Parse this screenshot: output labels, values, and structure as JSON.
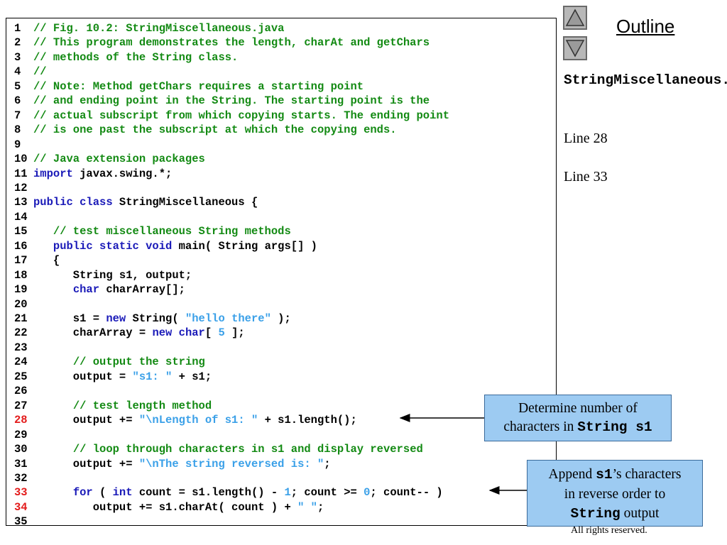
{
  "navigation": {
    "up_icon": "triangle-up-icon",
    "down_icon": "triangle-down-icon",
    "outline_label": "Outline"
  },
  "sidebar": {
    "file_name": "StringMiscellaneous.java",
    "notes": [
      "Line 28",
      "Line 33"
    ]
  },
  "code": {
    "highlight_color": "#e31b1b",
    "comment_color": "#138a13",
    "keyword_color": "#1a1ab8",
    "literal_color": "#3aa0e8",
    "lines": [
      {
        "num": "1",
        "hl": false,
        "parts": [
          {
            "t": "// Fig. 10.2: StringMiscellaneous.java",
            "c": "cm"
          }
        ]
      },
      {
        "num": "2",
        "hl": false,
        "parts": [
          {
            "t": "// This program demonstrates the length, charAt and getChars",
            "c": "cm"
          }
        ]
      },
      {
        "num": "3",
        "hl": false,
        "parts": [
          {
            "t": "// methods of the String class.",
            "c": "cm"
          }
        ]
      },
      {
        "num": "4",
        "hl": false,
        "parts": [
          {
            "t": "//",
            "c": "cm"
          }
        ]
      },
      {
        "num": "5",
        "hl": false,
        "parts": [
          {
            "t": "// Note: Method getChars requires a starting point",
            "c": "cm"
          }
        ]
      },
      {
        "num": "6",
        "hl": false,
        "parts": [
          {
            "t": "// and ending point in the String. The starting point is the",
            "c": "cm"
          }
        ]
      },
      {
        "num": "7",
        "hl": false,
        "parts": [
          {
            "t": "// actual subscript from which copying starts. The ending point",
            "c": "cm"
          }
        ]
      },
      {
        "num": "8",
        "hl": false,
        "parts": [
          {
            "t": "// is one past the subscript at which the copying ends.",
            "c": "cm"
          }
        ]
      },
      {
        "num": "9",
        "hl": false,
        "parts": []
      },
      {
        "num": "10",
        "hl": false,
        "parts": [
          {
            "t": "// Java extension packages",
            "c": "cm"
          }
        ]
      },
      {
        "num": "11",
        "hl": false,
        "parts": [
          {
            "t": "import",
            "c": "kw"
          },
          {
            "t": " javax.swing.*;",
            "c": ""
          }
        ]
      },
      {
        "num": "12",
        "hl": false,
        "parts": []
      },
      {
        "num": "13",
        "hl": false,
        "parts": [
          {
            "t": "public class",
            "c": "kw"
          },
          {
            "t": " StringMiscellaneous {",
            "c": ""
          }
        ]
      },
      {
        "num": "14",
        "hl": false,
        "parts": []
      },
      {
        "num": "15",
        "hl": false,
        "parts": [
          {
            "t": "   ",
            "c": ""
          },
          {
            "t": "// test miscellaneous String methods",
            "c": "cm"
          }
        ]
      },
      {
        "num": "16",
        "hl": false,
        "parts": [
          {
            "t": "   ",
            "c": ""
          },
          {
            "t": "public static void",
            "c": "kw"
          },
          {
            "t": " main( String args[] )",
            "c": ""
          }
        ]
      },
      {
        "num": "17",
        "hl": false,
        "parts": [
          {
            "t": "   {",
            "c": ""
          }
        ]
      },
      {
        "num": "18",
        "hl": false,
        "parts": [
          {
            "t": "      String s1, output;",
            "c": ""
          }
        ]
      },
      {
        "num": "19",
        "hl": false,
        "parts": [
          {
            "t": "      ",
            "c": ""
          },
          {
            "t": "char",
            "c": "kw"
          },
          {
            "t": " charArray[];",
            "c": ""
          }
        ]
      },
      {
        "num": "20",
        "hl": false,
        "parts": []
      },
      {
        "num": "21",
        "hl": false,
        "parts": [
          {
            "t": "      s1 = ",
            "c": ""
          },
          {
            "t": "new",
            "c": "kw"
          },
          {
            "t": " String( ",
            "c": ""
          },
          {
            "t": "\"hello there\"",
            "c": "st"
          },
          {
            "t": " );",
            "c": ""
          }
        ]
      },
      {
        "num": "22",
        "hl": false,
        "parts": [
          {
            "t": "      charArray = ",
            "c": ""
          },
          {
            "t": "new char",
            "c": "kw"
          },
          {
            "t": "[ ",
            "c": ""
          },
          {
            "t": "5",
            "c": "nm"
          },
          {
            "t": " ];",
            "c": ""
          }
        ]
      },
      {
        "num": "23",
        "hl": false,
        "parts": []
      },
      {
        "num": "24",
        "hl": false,
        "parts": [
          {
            "t": "      ",
            "c": ""
          },
          {
            "t": "// output the string",
            "c": "cm"
          }
        ]
      },
      {
        "num": "25",
        "hl": false,
        "parts": [
          {
            "t": "      output = ",
            "c": ""
          },
          {
            "t": "\"s1: \"",
            "c": "st"
          },
          {
            "t": " + s1;",
            "c": ""
          }
        ]
      },
      {
        "num": "26",
        "hl": false,
        "parts": []
      },
      {
        "num": "27",
        "hl": false,
        "parts": [
          {
            "t": "      ",
            "c": ""
          },
          {
            "t": "// test length method",
            "c": "cm"
          }
        ]
      },
      {
        "num": "28",
        "hl": true,
        "parts": [
          {
            "t": "      output += ",
            "c": ""
          },
          {
            "t": "\"\\nLength of s1: \"",
            "c": "st"
          },
          {
            "t": " + s1.length();",
            "c": ""
          }
        ]
      },
      {
        "num": "29",
        "hl": false,
        "parts": []
      },
      {
        "num": "30",
        "hl": false,
        "parts": [
          {
            "t": "      ",
            "c": ""
          },
          {
            "t": "// loop through characters in s1 and display reversed",
            "c": "cm"
          }
        ]
      },
      {
        "num": "31",
        "hl": false,
        "parts": [
          {
            "t": "      output += ",
            "c": ""
          },
          {
            "t": "\"\\nThe string reversed is: \"",
            "c": "st"
          },
          {
            "t": ";",
            "c": ""
          }
        ]
      },
      {
        "num": "32",
        "hl": false,
        "parts": []
      },
      {
        "num": "33",
        "hl": true,
        "parts": [
          {
            "t": "      ",
            "c": ""
          },
          {
            "t": "for",
            "c": "kw"
          },
          {
            "t": " ( ",
            "c": ""
          },
          {
            "t": "int",
            "c": "kw"
          },
          {
            "t": " count = s1.length() - ",
            "c": ""
          },
          {
            "t": "1",
            "c": "nm"
          },
          {
            "t": "; count >= ",
            "c": ""
          },
          {
            "t": "0",
            "c": "nm"
          },
          {
            "t": "; count-- )",
            "c": ""
          }
        ]
      },
      {
        "num": "34",
        "hl": true,
        "parts": [
          {
            "t": "         output += s1.charAt( count ) + ",
            "c": ""
          },
          {
            "t": "\" \"",
            "c": "st"
          },
          {
            "t": ";",
            "c": ""
          }
        ]
      },
      {
        "num": "35",
        "hl": false,
        "parts": []
      }
    ]
  },
  "callouts": [
    {
      "parts": [
        {
          "t": "Determine number of",
          "mono": false
        },
        {
          "br": true
        },
        {
          "t": "characters in ",
          "mono": false
        },
        {
          "t": "String s1",
          "mono": true
        }
      ]
    },
    {
      "parts": [
        {
          "t": "Append ",
          "mono": false
        },
        {
          "t": "s1",
          "mono": true
        },
        {
          "t": "’s characters",
          "mono": false
        },
        {
          "br": true
        },
        {
          "t": "in reverse order to",
          "mono": false
        },
        {
          "br": true
        },
        {
          "t": "String",
          "mono": true
        },
        {
          "t": " output",
          "mono": false
        }
      ]
    }
  ],
  "footer": {
    "text": "All rights reserved."
  }
}
